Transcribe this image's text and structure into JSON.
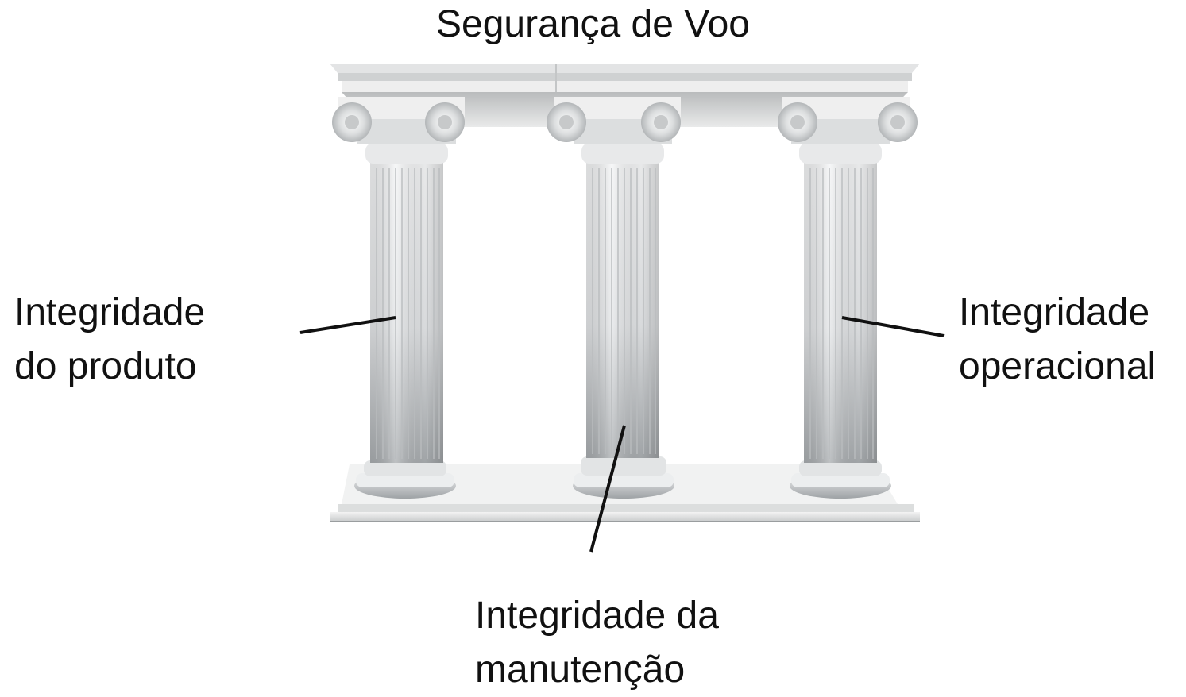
{
  "title": "Segurança de Voo",
  "pillars": [
    {
      "id": "produto",
      "lines": [
        "Integridade",
        "do produto"
      ]
    },
    {
      "id": "operacional",
      "lines": [
        "Integridade",
        "operacional"
      ]
    },
    {
      "id": "manutencao",
      "lines": [
        "Integridade da",
        "manutenção"
      ]
    }
  ]
}
